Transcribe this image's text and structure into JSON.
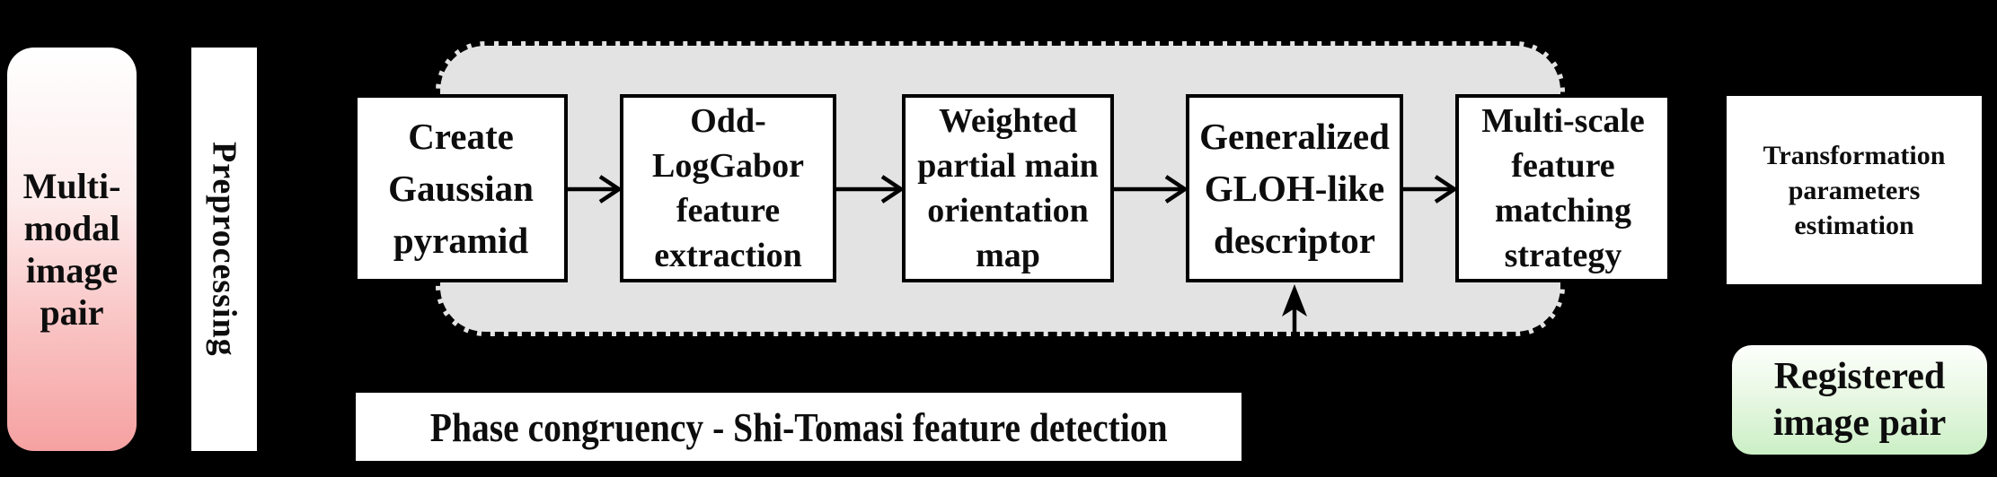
{
  "colors": {
    "background": "#000000",
    "panel_gray": "#e3e3e3",
    "box_white": "#ffffff",
    "pink_top": "#ffffff",
    "pink_bottom": "#f6a1a1",
    "green_top": "#fdfffc",
    "green_bottom": "#cbefc5",
    "text": "#0d0d0d"
  },
  "nodes": {
    "input": {
      "label": "Multi-\nmodal\nimage\npair"
    },
    "preprocessing": {
      "label": "Preprocessing"
    },
    "detection": {
      "label": "Phase congruency - Shi-Tomasi feature detection"
    },
    "transformation": {
      "label": "Transformation\nparameters\nestimation"
    },
    "registered": {
      "label": "Registered\nimage pair"
    }
  },
  "pipeline_steps": [
    {
      "label": "Create\nGaussian\npyramid"
    },
    {
      "label": "Odd-\nLogGabor\nfeature\nextraction"
    },
    {
      "label": "Weighted\npartial main\norientation\nmap"
    },
    {
      "label": "Generalized\nGLOH-like\ndescriptor"
    },
    {
      "label": "Multi-scale\nfeature\nmatching\nstrategy"
    }
  ]
}
